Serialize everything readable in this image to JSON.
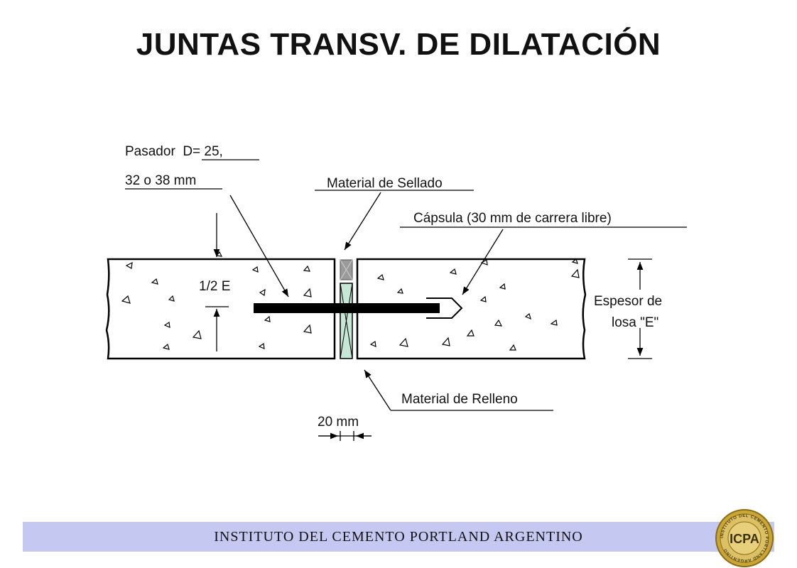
{
  "title": "JUNTAS TRANSV. DE DILATACIÓN",
  "labels": {
    "dowel_line1": "Pasador  D= 25,",
    "dowel_line2": "32 o 38 mm",
    "sealant": "Material de Sellado",
    "capsule": "Cápsula (30 mm de carrera libre)",
    "half_thickness": "1/2 E",
    "thickness_line1": "Espesor de",
    "thickness_line2": "losa \"E\"",
    "filler": "Material de Relleno",
    "joint_width": "20 mm"
  },
  "footer": {
    "text": "INSTITUTO DEL CEMENTO PORTLAND ARGENTINO"
  },
  "logo": {
    "text": "ICPA",
    "ring_text": "INSTITUTO DEL CEMENTO PORTLAND ARGENTINO"
  },
  "colors": {
    "filler": "#c6e6d6",
    "sealant": "#9a9a9a",
    "dowel": "#000000",
    "footer_band": "#c5c8f0",
    "logo_gold": "#c9a635"
  }
}
